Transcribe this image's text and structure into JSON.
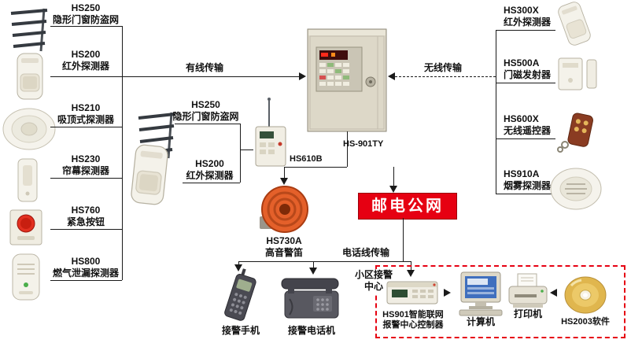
{
  "left_devices": [
    {
      "model": "HS250",
      "name": "隐形门窗防盗网"
    },
    {
      "model": "HS200",
      "name": "红外探测器"
    },
    {
      "model": "HS210",
      "name": "吸顶式探测器"
    },
    {
      "model": "HS230",
      "name": "帘幕探测器"
    },
    {
      "model": "HS760",
      "name": "紧急按钮"
    },
    {
      "model": "HS800",
      "name": "燃气泄漏探测器"
    }
  ],
  "mid_devices": [
    {
      "model": "HS250",
      "name": "隐形门窗防盗网"
    },
    {
      "model": "HS200",
      "name": "红外探测器"
    }
  ],
  "right_devices": [
    {
      "model": "HS300X",
      "name": "红外探测器"
    },
    {
      "model": "HS500A",
      "name": "门磁发射器"
    },
    {
      "model": "HS600X",
      "name": "无线遥控器"
    },
    {
      "model": "HS910A",
      "name": "烟雾探测器"
    }
  ],
  "links": {
    "wired": "有线传输",
    "wireless": "无线传输",
    "phone_line": "电话线传输"
  },
  "panel": {
    "model": "HS-901TY"
  },
  "repeater": {
    "model": "HS610B"
  },
  "siren": {
    "model": "HS730A",
    "name": "高音警笛"
  },
  "network": {
    "label": "邮电公网"
  },
  "receivers": {
    "cell_phone": "接警手机",
    "desk_phone": "接警电话机"
  },
  "center": {
    "label_line1": "小区接警",
    "label_line2": "中心",
    "controller_line1": "HS901智能联网",
    "controller_line2": "报警中心控制器",
    "computer": "计算机",
    "printer": "打印机",
    "software": "HS2003软件"
  },
  "colors": {
    "accent_red": "#e60012",
    "line_black": "#1a1a1a",
    "siren_orange": "#e4602a"
  }
}
